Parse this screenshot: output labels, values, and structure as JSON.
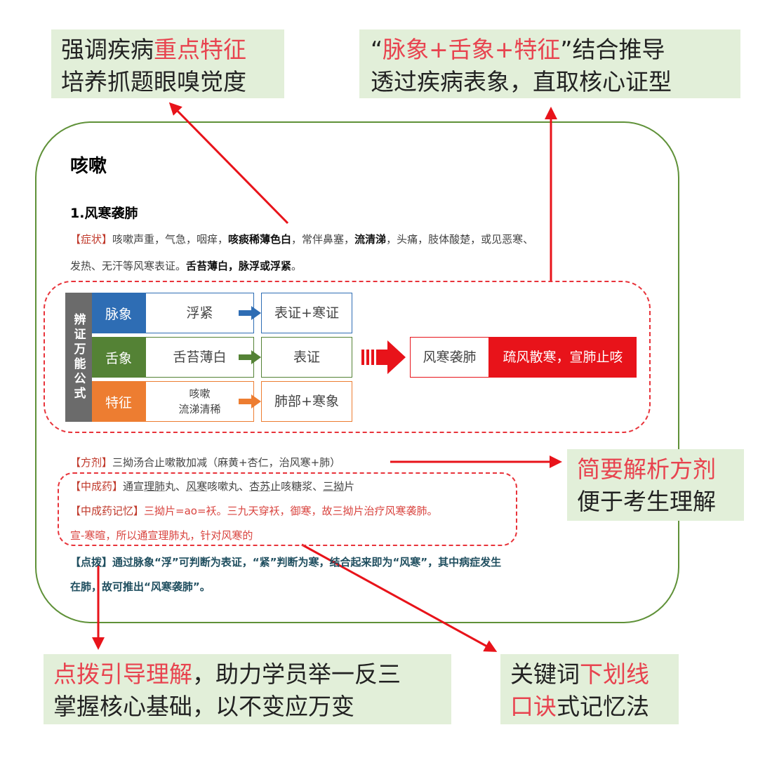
{
  "note_top_left": {
    "l1a": "强调疾病",
    "l1b": "重点特征",
    "l2": "培养抓题眼嗅觉度"
  },
  "note_top_right": {
    "l1a": "“",
    "l1b": "脉象+舌象+特征",
    "l1c": "”结合推导",
    "l2": "透过疾病表象，直取核心证型"
  },
  "note_mid_right": {
    "l1": "简要解析方剂",
    "l2": "便于考生理解"
  },
  "note_bottom_left": {
    "l1a": "点拨引导理解",
    "l1b": "，助力学员举一反三",
    "l2": "掌握核心基础，以不变应万变"
  },
  "note_bottom_right": {
    "l1a": "关键词",
    "l1b": "下划线",
    "l2a": "口诀",
    "l2b": "式记忆法"
  },
  "doc": {
    "title": "咳嗽",
    "section": "1.风寒袭肺",
    "sym_tag": "【症状】",
    "sym_1": "咳嗽声重，气急，咽痒，",
    "sym_b1": "咳痰稀薄色白",
    "sym_2": "，常伴鼻塞，",
    "sym_b2": "流清涕",
    "sym_3": "，头痛，肢体酸楚，或见恶寒、",
    "sym_4": "发热、无汗等风寒表证。",
    "sym_b3": "舌苔薄白，脉浮或浮紧",
    "sym_5": "。",
    "formula": {
      "side": "辨证万能公式",
      "rows": [
        {
          "label": "脉象",
          "value": "浮紧",
          "result": "表证+寒证",
          "color": "#2e6db4"
        },
        {
          "label": "舌象",
          "value": "舌苔薄白",
          "result": "表证",
          "color": "#548235"
        },
        {
          "label": "特征",
          "value": "咳嗽",
          "value2": "流涕清稀",
          "result": "肺部+寒象",
          "color": "#ed7d31"
        }
      ],
      "conclusion": "风寒袭肺",
      "treatment": "疏风散寒，宣肺止咳"
    },
    "fangji_tag": "【方剂】",
    "fangji": "三拗汤合止嗽散加减（麻黄+杏仁，治风寒+肺）",
    "zcy_tag": "【中成药】",
    "zcy_1": "通宣",
    "zcy_u1": "理肺",
    "zcy_2": "丸、",
    "zcy_u2": "风寒",
    "zcy_3": "咳嗽丸、",
    "zcy_u3": "杏苏",
    "zcy_4": "止咳糖浆、",
    "zcy_u4": "三拗",
    "zcy_5": "片",
    "mem_tag": "【中成药记忆】",
    "mem_1": "三拗片=ao=袄。三九天穿袄，御寒，故三拗片治疗风寒袭肺。",
    "mem_2": "宣-寒暄，所以通宣理肺丸，针对风寒的",
    "tip_tag": "【点拨】",
    "tip_1": "通过脉象“浮”可判断为表证，“紧”判断为寒，结合起来即为“风寒”，其中病症发生",
    "tip_2": "在肺，故可推出“风寒袭肺”。"
  }
}
